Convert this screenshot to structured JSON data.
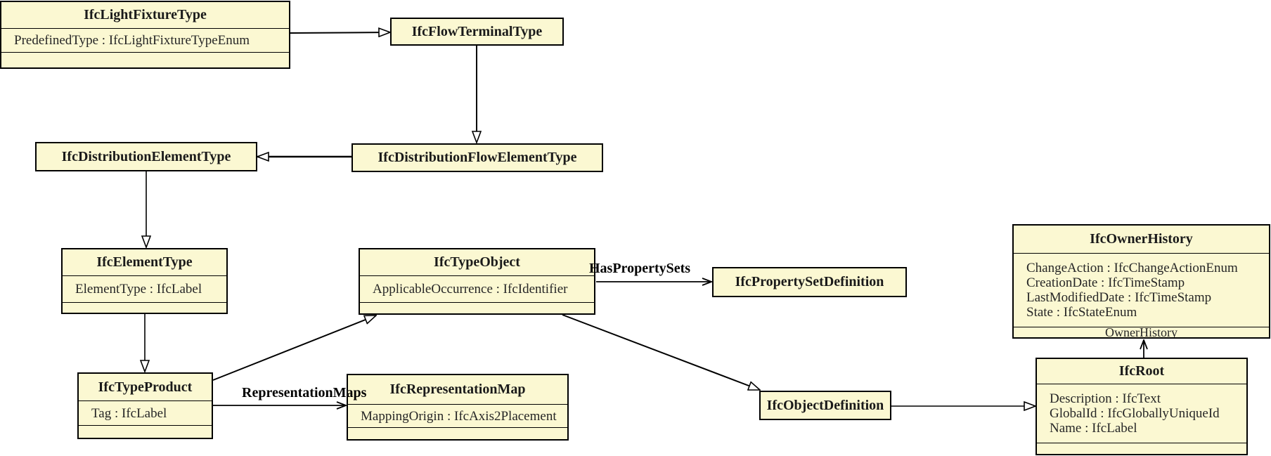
{
  "diagram": {
    "type": "uml-class-diagram",
    "classes": [
      {
        "name": "IfcLightFixtureType",
        "attributes": [
          "PredefinedType : IfcLightFixtureTypeEnum"
        ]
      },
      {
        "name": "IfcFlowTerminalType",
        "attributes": []
      },
      {
        "name": "IfcDistributionFlowElementType",
        "attributes": []
      },
      {
        "name": "IfcDistributionElementType",
        "attributes": []
      },
      {
        "name": "IfcElementType",
        "attributes": [
          "ElementType : IfcLabel"
        ]
      },
      {
        "name": "IfcTypeObject",
        "attributes": [
          "ApplicableOccurrence : IfcIdentifier"
        ]
      },
      {
        "name": "IfcPropertySetDefinition",
        "attributes": []
      },
      {
        "name": "IfcOwnerHistory",
        "attributes": [
          "ChangeAction : IfcChangeActionEnum",
          "CreationDate : IfcTimeStamp",
          "LastModifiedDate : IfcTimeStamp",
          "State : IfcStateEnum"
        ],
        "footer": "OwnerHistory"
      },
      {
        "name": "IfcTypeProduct",
        "attributes": [
          "Tag : IfcLabel"
        ]
      },
      {
        "name": "IfcRepresentationMap",
        "attributes": [
          "MappingOrigin : IfcAxis2Placement"
        ]
      },
      {
        "name": "IfcObjectDefinition",
        "attributes": []
      },
      {
        "name": "IfcRoot",
        "attributes": [
          "Description : IfcText",
          "GlobalId : IfcGloballyUniqueId",
          "Name : IfcLabel"
        ]
      }
    ],
    "edge_labels": {
      "has_property_sets": "HasPropertySets",
      "representation_maps": "RepresentationMaps"
    },
    "relationships": [
      "IfcLightFixtureType --|> IfcFlowTerminalType",
      "IfcFlowTerminalType --|> IfcDistributionFlowElementType",
      "IfcDistributionFlowElementType --|> IfcDistributionElementType",
      "IfcDistributionElementType --|> IfcElementType",
      "IfcElementType --|> IfcTypeProduct",
      "IfcTypeProduct --|> IfcTypeObject",
      "IfcTypeObject --|> IfcObjectDefinition",
      "IfcObjectDefinition --|> IfcRoot",
      "IfcTypeObject --> IfcPropertySetDefinition : HasPropertySets",
      "IfcTypeProduct --> IfcRepresentationMap : RepresentationMaps",
      "IfcRoot --> IfcOwnerHistory : OwnerHistory"
    ],
    "colors": {
      "box_fill": "#FBF8D2",
      "box_border": "#000000",
      "background": "#FFFFFF",
      "text": "#1A1A1A"
    }
  }
}
